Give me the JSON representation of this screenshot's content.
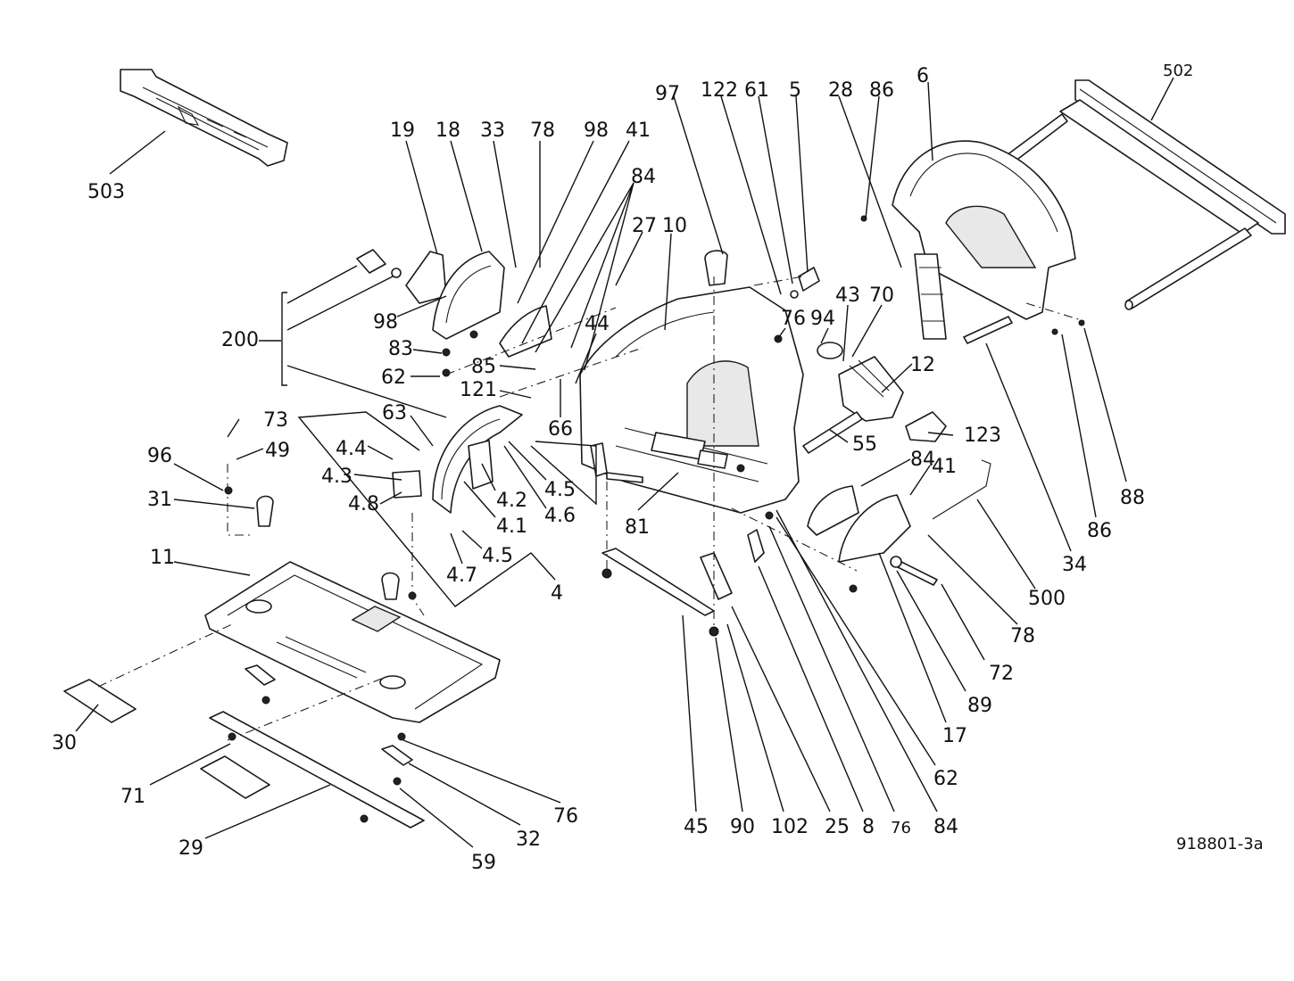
{
  "diagram": {
    "document_code": "918801-3a",
    "labels": {
      "p503": "503",
      "p502": "502",
      "p200": "200",
      "p19": "19",
      "p18": "18",
      "p33": "33",
      "p78a": "78",
      "p98a": "98",
      "p41a": "41",
      "p84a": "84",
      "p98b": "98",
      "p83": "83",
      "p62a": "62",
      "p85": "85",
      "p121": "121",
      "p44": "44",
      "p27": "27",
      "p10": "10",
      "p97": "97",
      "p122": "122",
      "p61": "61",
      "p5": "5",
      "p28": "28",
      "p86a": "86",
      "p6": "6",
      "p76a": "76",
      "p94": "94",
      "p43": "43",
      "p70": "70",
      "p12": "12",
      "p55": "55",
      "p123": "123",
      "p63": "63",
      "p66": "66",
      "p73": "73",
      "p49": "49",
      "p96": "96",
      "p31": "31",
      "p4_4": "4.4",
      "p4_3": "4.3",
      "p4_8": "4.8",
      "p4_2": "4.2",
      "p4_1": "4.1",
      "p4_5a": "4.5",
      "p4_6": "4.6",
      "p4_5b": "4.5",
      "p4_7": "4.7",
      "p4": "4",
      "p81": "81",
      "p84b": "84",
      "p41b": "41",
      "p11": "11",
      "p500": "500",
      "p34": "34",
      "p86b": "86",
      "p88": "88",
      "p78b": "78",
      "p72": "72",
      "p89": "89",
      "p17": "17",
      "p62b": "62",
      "p30": "30",
      "p71": "71",
      "p29": "29",
      "p59": "59",
      "p32": "32",
      "p76b": "76",
      "p45": "45",
      "p90": "90",
      "p102": "102",
      "p25": "25",
      "p8": "8",
      "p76c": "76",
      "p84c": "84"
    }
  }
}
